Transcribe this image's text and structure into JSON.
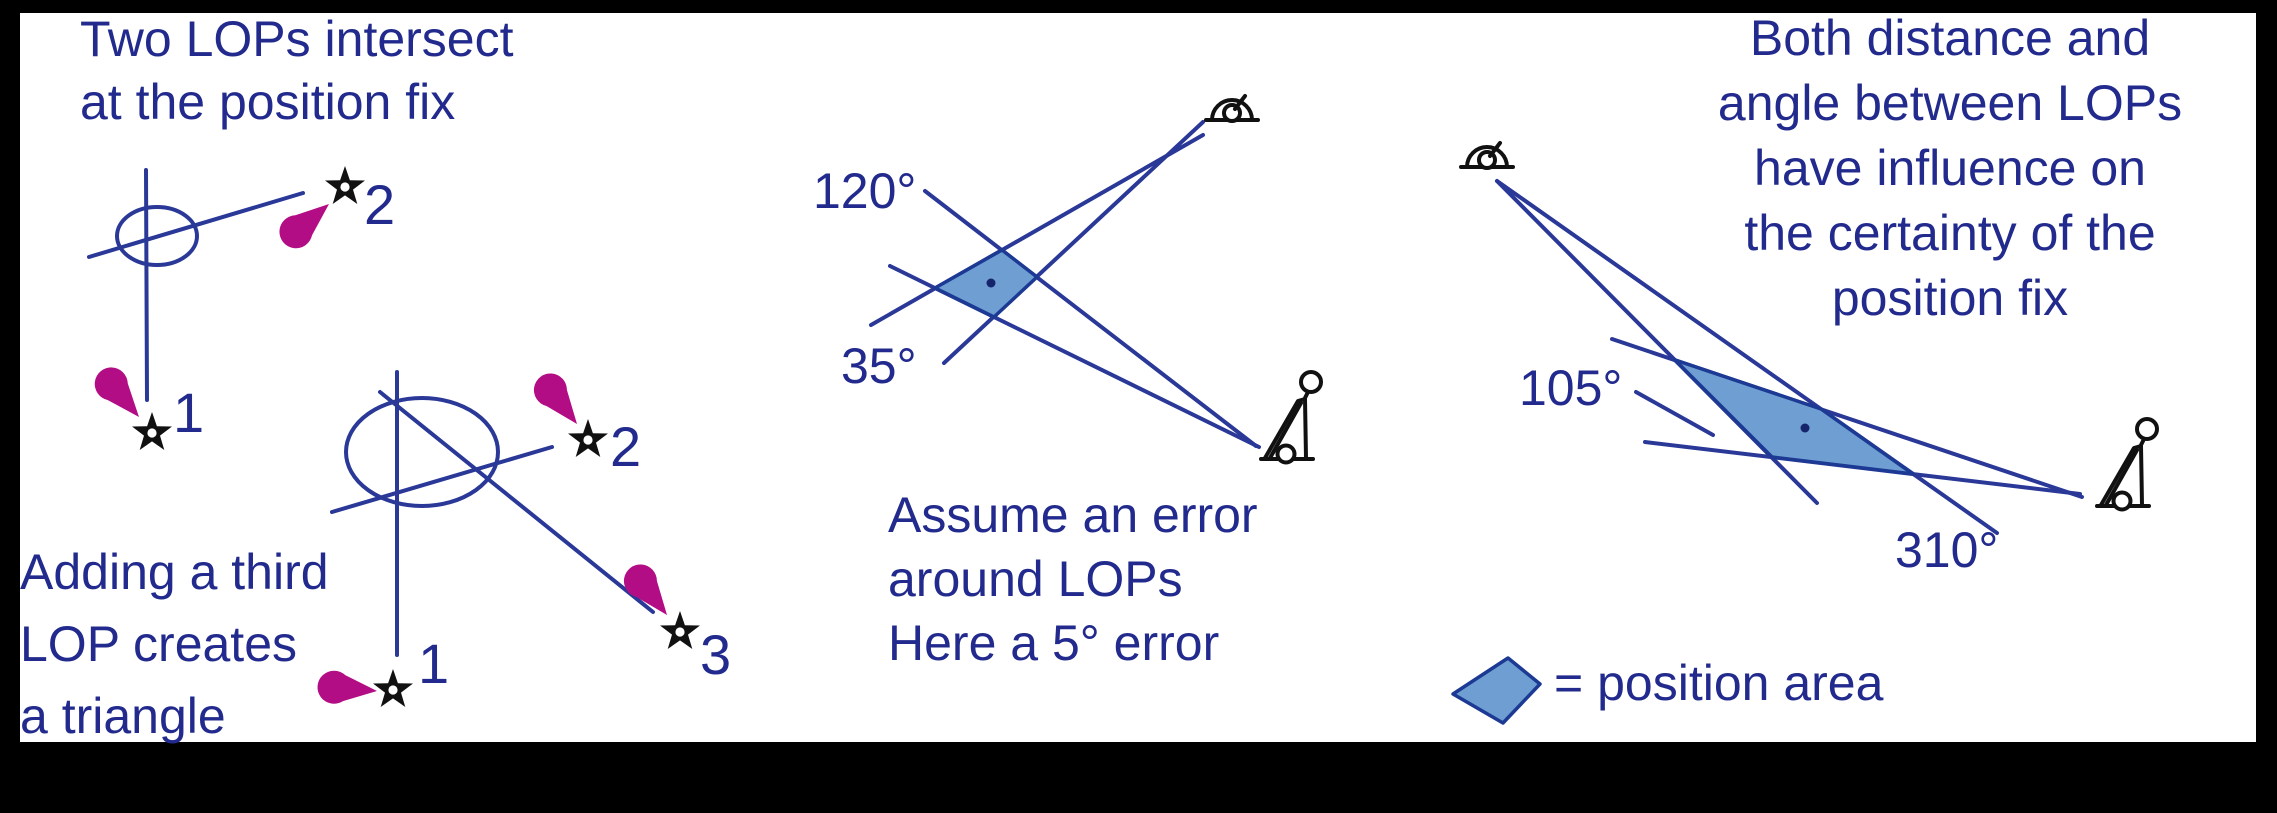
{
  "colors": {
    "ink": "#222b8d",
    "line": "#2a3897",
    "area_fill": "#6f9fd2",
    "area_stroke": "#1c3a94",
    "flare": "#b20d85",
    "frame": "#000000",
    "background": "#ffffff"
  },
  "left_panel": {
    "title": "Two LOPs intersect\nat the position fix",
    "caption": "Adding a third\nLOP creates\na triangle",
    "fix_two_lops": {
      "light_1_label": "1",
      "light_2_label": "2"
    },
    "fix_three_lops": {
      "light_1_label": "1",
      "light_2_label": "2",
      "light_3_label": "3"
    }
  },
  "middle_panel": {
    "bearing_upper": "120°",
    "bearing_lower": "35°",
    "caption": "Assume an error\naround LOPs\nHere a 5° error"
  },
  "right_panel": {
    "title": "Both distance and\nangle between LOPs\nhave influence on\nthe certainty of the\nposition fix",
    "bearing_upper": "105°",
    "bearing_lower": "310°",
    "legend_label": "= position area"
  },
  "icons": {
    "star": "light-star-icon",
    "flare": "light-flare-icon",
    "dome": "dome-landmark-icon",
    "beacon": "beacon-tower-icon"
  }
}
